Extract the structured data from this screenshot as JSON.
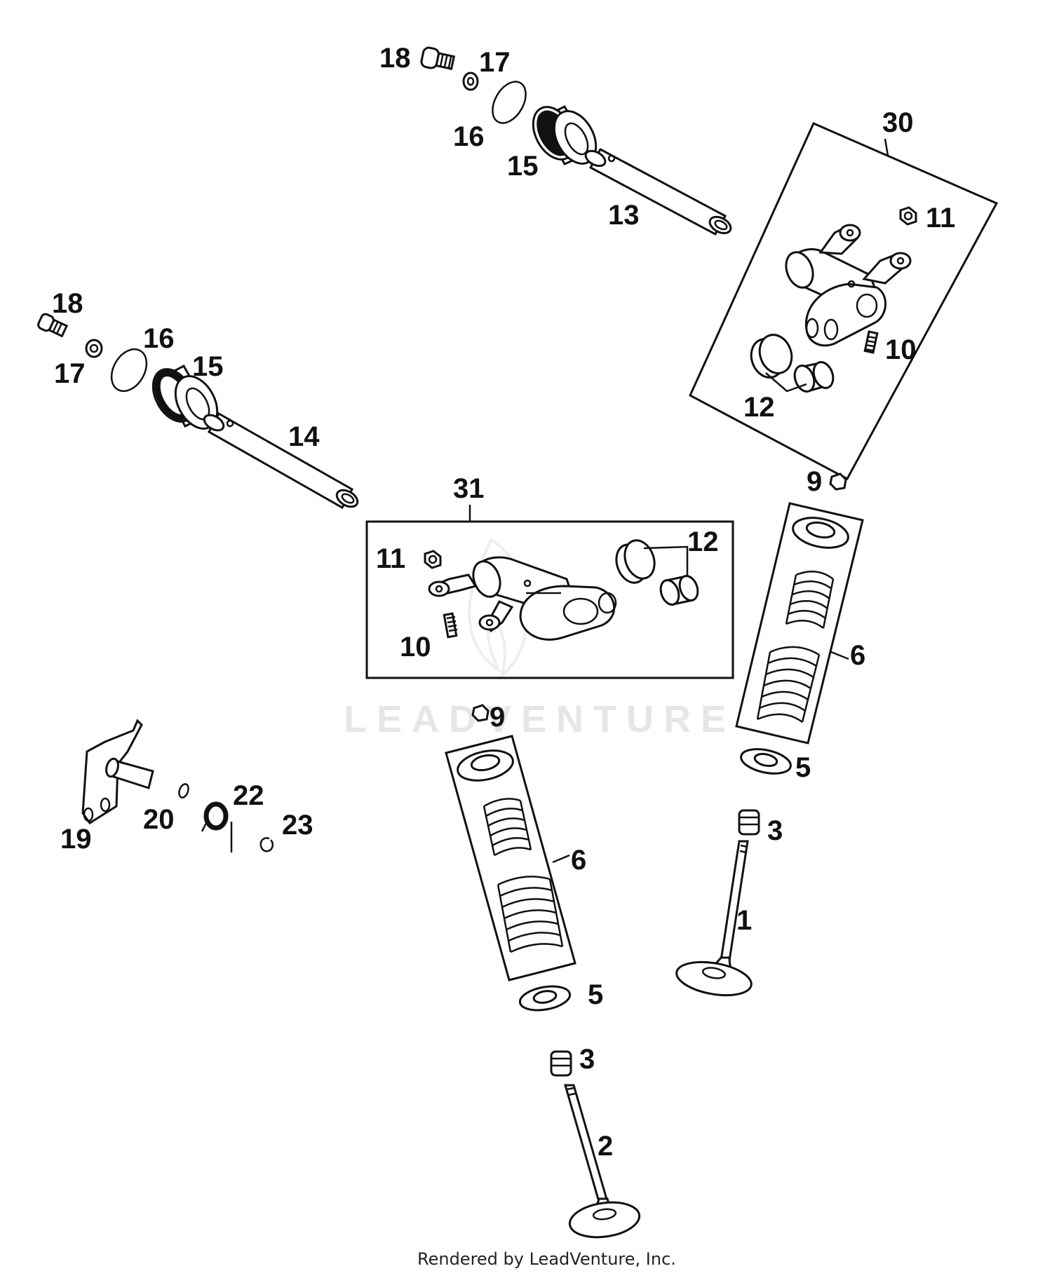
{
  "watermark": {
    "text": "LEADVENTURE"
  },
  "footer": {
    "text": "Rendered by LeadVenture, Inc."
  },
  "callouts": {
    "c1": "1",
    "c2": "2",
    "c3a": "3",
    "c3b": "3",
    "c5a": "5",
    "c5b": "5",
    "c6a": "6",
    "c6b": "6",
    "c9a": "9",
    "c9b": "9",
    "c10a": "10",
    "c10b": "10",
    "c11a": "11",
    "c11b": "11",
    "c12a": "12",
    "c12b": "12",
    "c13": "13",
    "c14": "14",
    "c15a": "15",
    "c15b": "15",
    "c16a": "16",
    "c16b": "16",
    "c17a": "17",
    "c17b": "17",
    "c18a": "18",
    "c18b": "18",
    "c19": "19",
    "c20": "20",
    "c22": "22",
    "c23": "23",
    "c30": "30",
    "c31": "31"
  },
  "colors": {
    "line": "#111111",
    "background": "#ffffff",
    "watermark": "#e6e6e6"
  }
}
